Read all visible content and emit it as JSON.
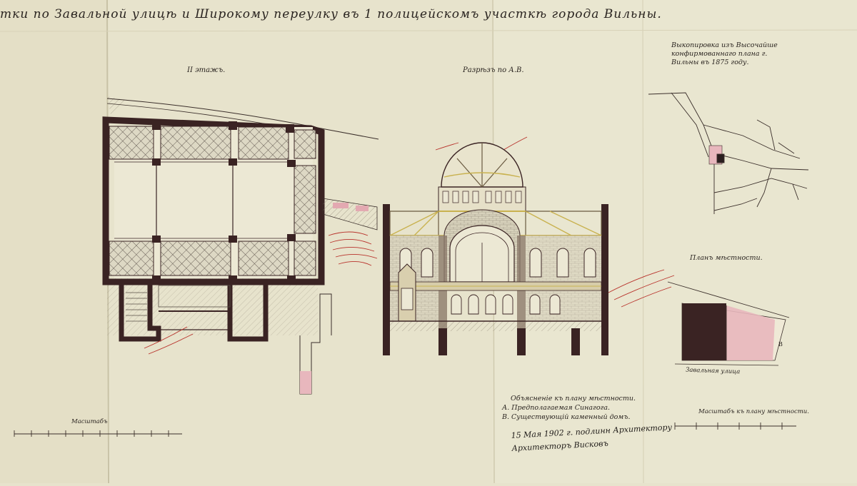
{
  "title": "тки по Завальной улицѣ и Широкому переулку въ 1 полицейскомъ участкѣ города Вильны.",
  "drawing": {
    "floor_plan_label": "II этажъ.",
    "section_label": "Разрѣзъ по А.В.",
    "excerpt_title": "Выкопировка изъ Высочайше конфирмованнаго плана г. Вильны въ 1875 году.",
    "site_plan_title": "Планъ мѣстности.",
    "street_label": "Завальная улица",
    "legend": {
      "header": "Объясненіе къ плану мѣстности.",
      "item_a": "А. Предполагаемая Синагога.",
      "item_b": "В. Существующій каменный домъ."
    },
    "scale_left_label": "Масштабъ",
    "scale_right_label": "Масштабъ къ плану мѣстности.",
    "signature_line1": "15 Мая 1902 г. подлинн Архитектору",
    "signature_line2": "Архитекторъ Висковъ"
  },
  "colors": {
    "paper": "#e7e3cc",
    "ink": "#2a2420",
    "wall": "#3a2323",
    "red_pencil": "#b8322b",
    "pink_wash": "#e8b7bd"
  }
}
